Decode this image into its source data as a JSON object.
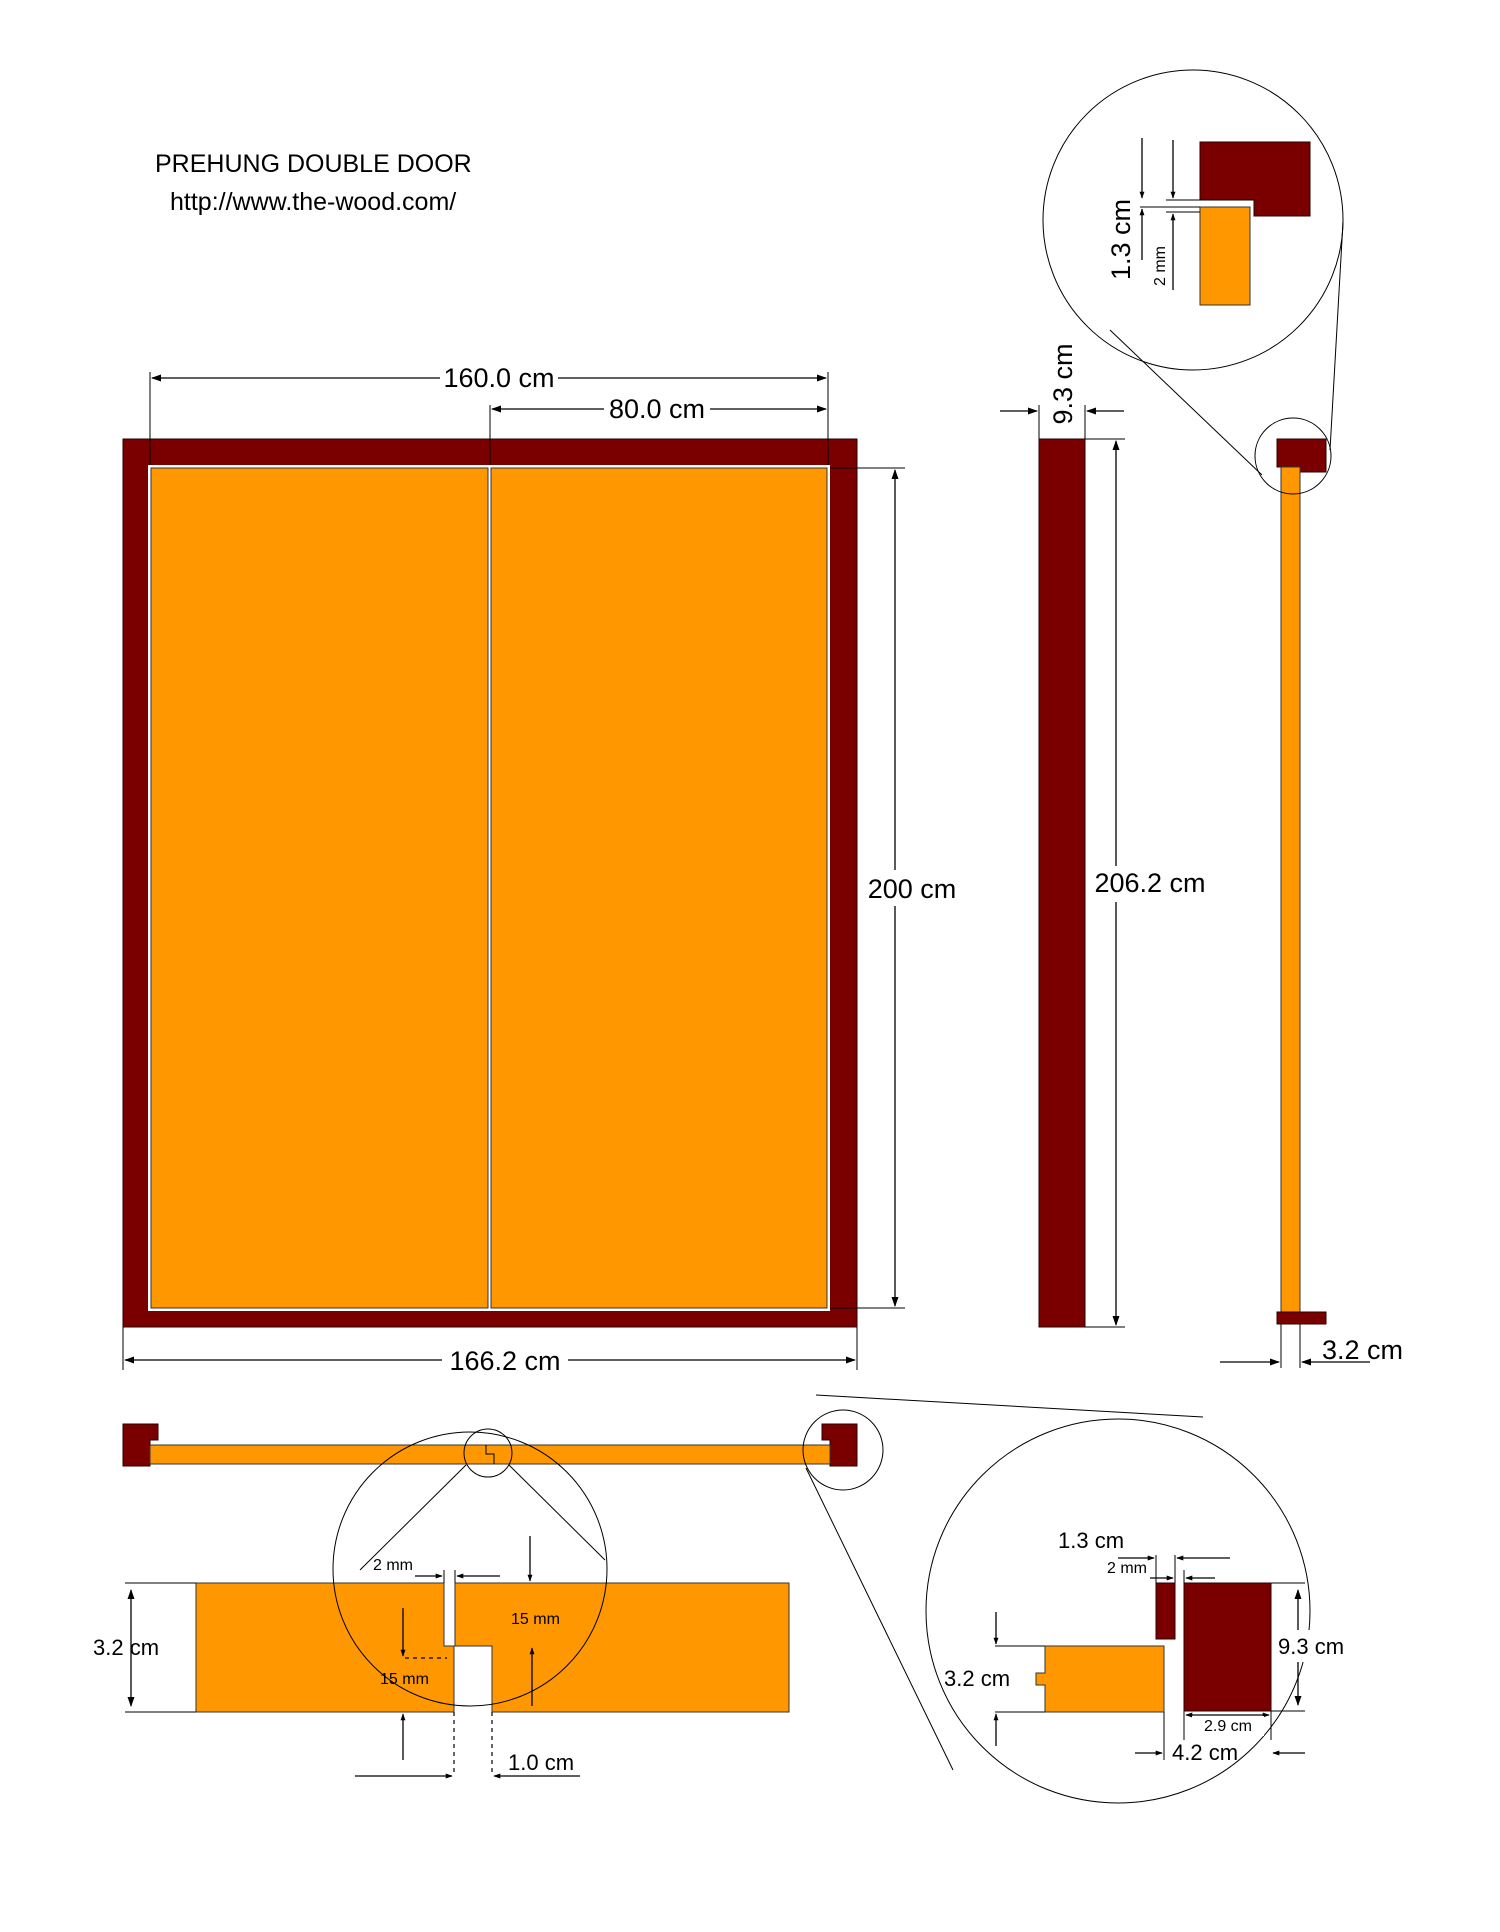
{
  "title": "PREHUNG DOUBLE DOOR",
  "url": "http://www.the-wood.com/",
  "colors": {
    "frame": "#7a0000",
    "leaf": "#ff9800"
  },
  "front_view": {
    "width_label": "160.0 cm",
    "leaf_width_label": "80.0 cm",
    "height_label": "200 cm",
    "outer_width_label": "166.2 cm"
  },
  "side_frame": {
    "depth_label": "9.3 cm",
    "height_label": "206.2 cm"
  },
  "side_section": {
    "thickness_label": "3.2 cm"
  },
  "detail_top": {
    "overlap_label": "1.3 cm",
    "gap_label": "2 mm"
  },
  "detail_meeting": {
    "gap_label": "2 mm",
    "step_label_a": "15 mm",
    "step_label_b": "15 mm",
    "offset_label": "1.0 cm",
    "thickness_label": "3.2 cm"
  },
  "detail_jamb": {
    "overlap_label": "1.3 cm",
    "gap_label": "2 mm",
    "frame_depth_label": "9.3 cm",
    "leaf_thickness_label": "3.2 cm",
    "rabbet_label": "2.9 cm",
    "frame_width_label": "4.2 cm"
  }
}
